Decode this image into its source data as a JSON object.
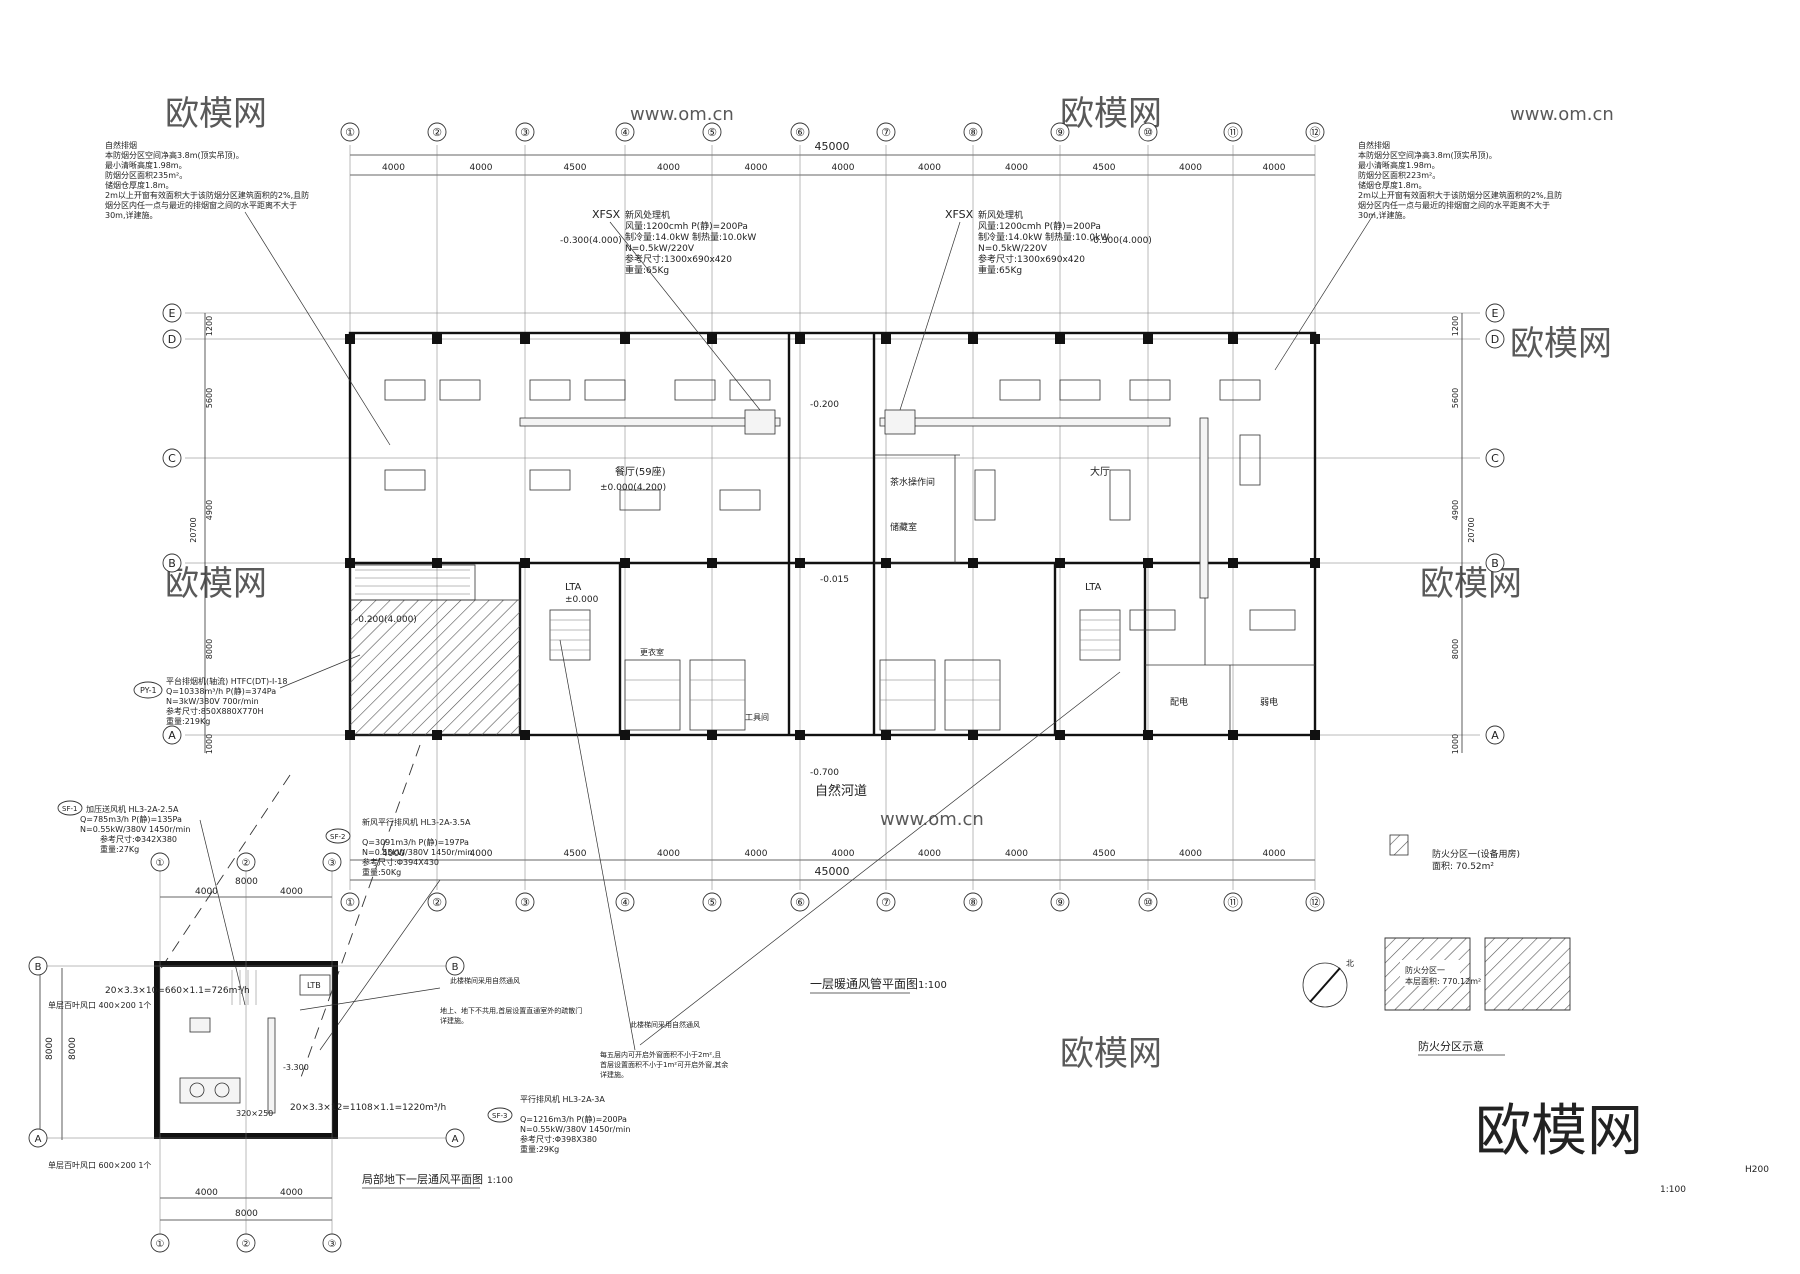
{
  "main_plan": {
    "title": "一层暖通风管平面图",
    "scale": "1:100",
    "overall_dim": "45000",
    "grid_cols": [
      "①",
      "②",
      "③",
      "④",
      "⑤",
      "⑥",
      "⑦",
      "⑧",
      "⑨",
      "⑩",
      "⑪",
      "⑫"
    ],
    "grid_rows": [
      "E",
      "D",
      "C",
      "B",
      "A"
    ],
    "col_dims_top": [
      "4000",
      "4000",
      "4500",
      "4000",
      "4000",
      "4000",
      "4000",
      "4000",
      "4500",
      "4000",
      "4000"
    ],
    "col_dims_bottom": [
      "4000",
      "4000",
      "4500",
      "4000",
      "4000",
      "4000",
      "4000",
      "4000",
      "4500",
      "4000",
      "4000"
    ],
    "row_dims_left": [
      "1200",
      "5600",
      "4900",
      "8000",
      "1000"
    ],
    "row_dims_right": [
      "1200",
      "5600",
      "4900",
      "8000",
      "1000"
    ],
    "row_total": "20700",
    "river_label": "自然河道",
    "river_elev": "-0.700",
    "room_labels": [
      "餐厅(59座)",
      "大厅",
      "LTA",
      "LTA",
      "±0.000",
      "±0.000(4.200)",
      "茶水操作间",
      "储藏室",
      "配电",
      "弱电",
      "工具间",
      "更衣室"
    ],
    "elevations": [
      "-0.300(4.000)",
      "-0.300(4.000)",
      "-0.200",
      "-0.015",
      "-0.200(4.000)"
    ],
    "fan_left_label": "XFSX",
    "fan_right_label": "XFSX",
    "fan_spec_lines": [
      "新风处理机",
      "风量:1200cmh  P(静)=200Pa",
      "制冷量:14.0kW  制热量:10.0kW",
      "N=0.5kW/220V",
      "参考尺寸:1300x690x420",
      "重量:65Kg"
    ]
  },
  "notes_left": [
    "自然排烟",
    "本防烟分区空间净高3.8m(顶实吊顶)。",
    "最小清晰高度1.98m。",
    "防烟分区面积235m²。",
    "储烟仓厚度1.8m。",
    "2m以上开窗有效面积大于该防烟分区建筑面积的2%,且防",
    "烟分区内任一点与最近的排烟窗之间的水平距离不大于",
    "30m,详建施。"
  ],
  "notes_right": [
    "自然排烟",
    "本防烟分区空间净高3.8m(顶实吊顶)。",
    "最小清晰高度1.98m。",
    "防烟分区面积223m²。",
    "储烟仓厚度1.8m。",
    "2m以上开窗有效面积大于该防烟分区建筑面积的2%,且防",
    "烟分区内任一点与最近的排烟窗之间的水平距离不大于",
    "30m,详建施。"
  ],
  "equipment_notes": {
    "py1": [
      "PY-1",
      "平台排烟机(轴流) HTFC(DT)-I-18",
      "Q=10338m³/h  P(静)=374Pa",
      "N=3kW/380V  700r/min",
      "参考尺寸:850X880X770H",
      "重量:219Kg"
    ],
    "sf1": [
      "SF-1",
      "加压送风机 HL3-2A-2.5A",
      "Q=785m3/h  P(静)=135Pa",
      "N=0.55kW/380V  1450r/min",
      "参考尺寸:Φ342X380",
      "重量:27Kg"
    ],
    "sf2": [
      "SF-2",
      "新风平行排风机 HL3-2A-3.5A",
      "Q=3091m3/h  P(静)=197Pa",
      "N=0.55kW/380V  1450r/min",
      "参考尺寸:Φ394X430",
      "重量:50Kg"
    ],
    "sf3": [
      "SF-3",
      "平行排风机 HL3-2A-3A",
      "Q=1216m3/h  P(静)=200Pa",
      "N=0.55kW/380V  1450r/min",
      "参考尺寸:Φ398X380",
      "重量:29Kg"
    ]
  },
  "basement": {
    "title": "局部地下一层通风平面图",
    "scale": "1:100",
    "grid_cols": [
      "①",
      "②",
      "③"
    ],
    "grid_rows": [
      "B",
      "A"
    ],
    "dims": [
      "4000",
      "4000",
      "8000"
    ],
    "side_dims": [
      "8000",
      "8000"
    ],
    "calc_top": "20×3.3×10=660×1.1=726m³/h",
    "calc_bottom": "20×3.3×12=1108×1.1=1220m³/h",
    "louver_top": "单层百叶风口 400×200 1个",
    "louver_bottom": "单层百叶风口 600×200 1个",
    "label_ltb": "LTB",
    "elev": "-3.300",
    "duct_size": "320×250",
    "notes_top": [
      "此楼梯间采用自然通风",
      "地上、地下不共用,首层设置直通室外的疏散门",
      "详建施。"
    ],
    "notes_bottom": [
      "此楼梯间采用自然通风",
      "每五层内可开启外窗面积不小于2m²,且",
      "首层设置面积不小于1m²可开启外窗,其余",
      "详建施。"
    ]
  },
  "fire_zone": {
    "legend": "防火分区一(设备用房)",
    "area": "面积: 70.52m²",
    "title": "防火分区示意",
    "zone_label": "防火分区一",
    "zone_area": "本层面积: 770.12m²"
  },
  "sheet": {
    "code": "H200",
    "scale_note": "1:100",
    "north_label": "北",
    "watermark": "欧模网",
    "watermark_url": "www.om.cn"
  },
  "colors": {
    "line": "#333333",
    "wall": "#111111",
    "hatch": "#555555",
    "watermark": "#d6d6d6"
  }
}
